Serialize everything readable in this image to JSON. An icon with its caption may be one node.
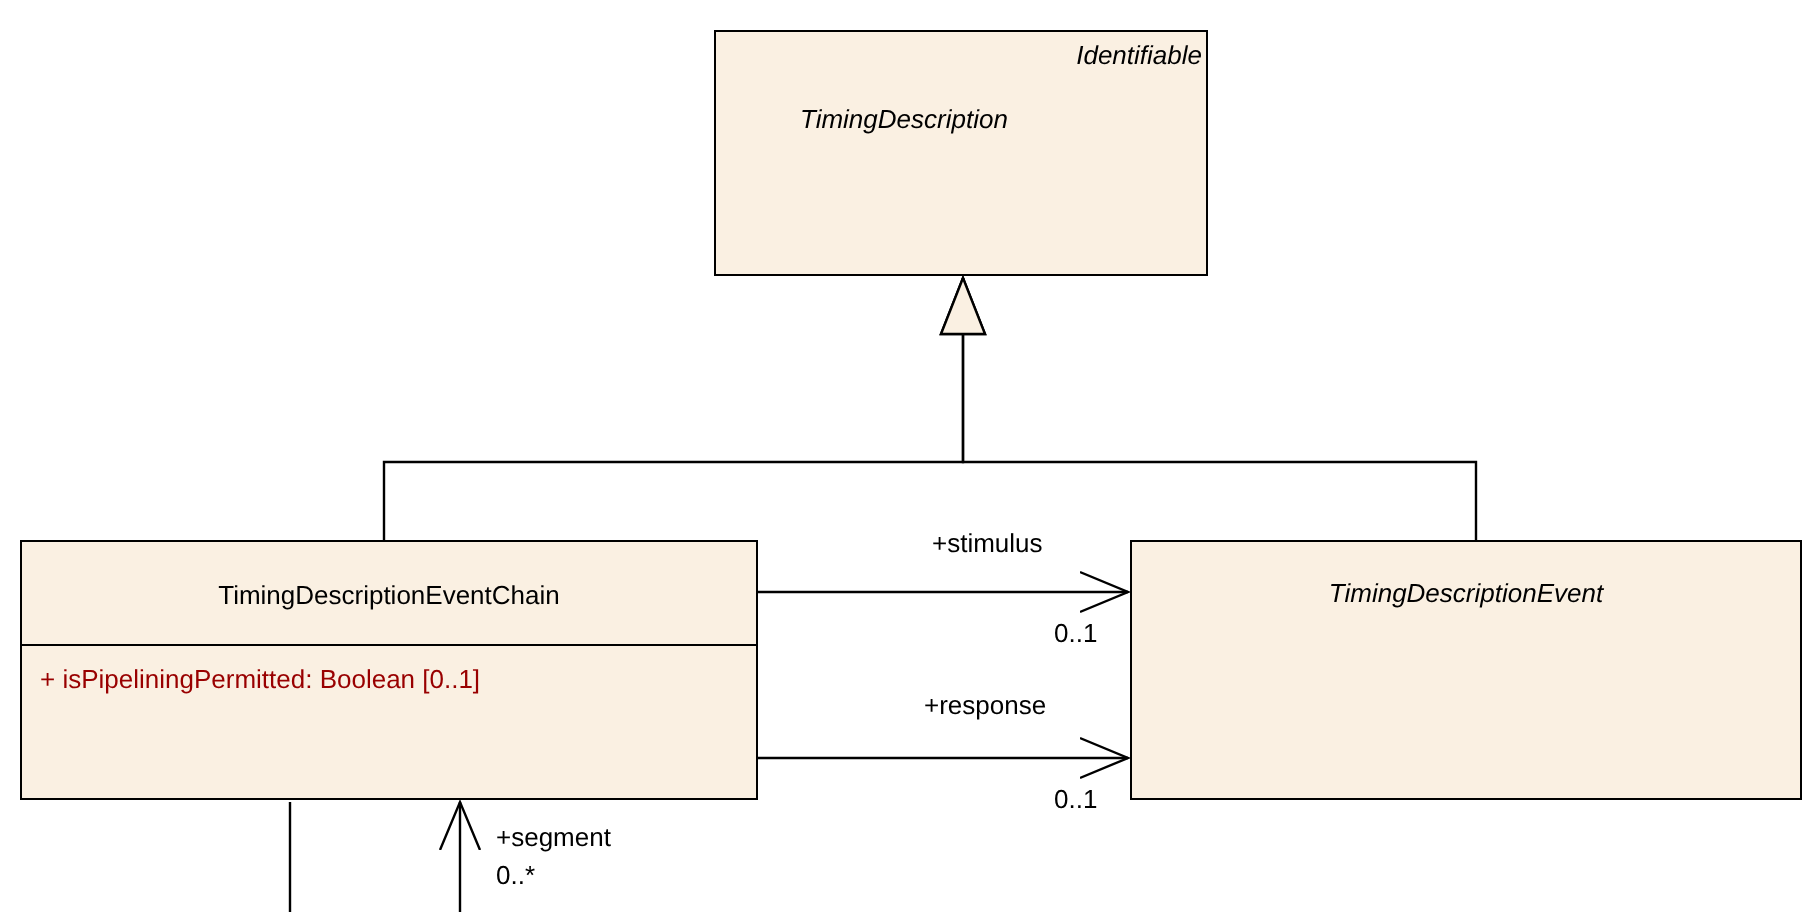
{
  "diagram": {
    "nodes": [
      {
        "text": [
          "Identifiable",
          "TimingDescription"
        ]
      },
      {
        "text": [
          "TimingDescriptionEventChain",
          "+ isPipeliningPermitted: Boolean [0..1]"
        ]
      },
      {
        "text": [
          "TimingDescriptionEvent"
        ]
      }
    ],
    "edges": [
      {
        "from": 1,
        "to": 0,
        "arrow": "to"
      },
      {
        "from": 2,
        "to": 0,
        "arrow": "to"
      },
      {
        "from": 1,
        "to": 2,
        "arrow": "to",
        "label": "+stimulus"
      },
      {
        "from": 1,
        "to": 2,
        "arrow": "to",
        "label": "+response"
      },
      {
        "from": 1,
        "to": 1,
        "arrow": "to",
        "label": "+segment"
      }
    ],
    "labels": [
      "0..1",
      "0..1",
      "0..*"
    ]
  }
}
